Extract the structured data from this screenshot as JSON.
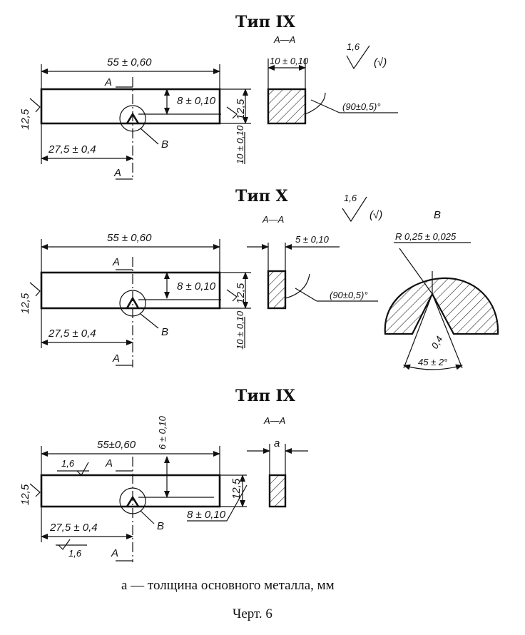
{
  "drawing_1": {
    "title": "Тип IX",
    "section_label": "А—А",
    "roughness_value": "1,6",
    "roughness_note": "(√)",
    "length": "55 ± 0,60",
    "section_mark_top": "А",
    "section_mark_bottom": "А",
    "height_left": "12,5",
    "notch_depth": "8 ± 0,10",
    "height_right": "12,5",
    "thickness_vertical": "10 ± 0,10",
    "half_length": "27,5 ± 0,4",
    "detail_mark": "В",
    "section_width": "10 ± 0,10",
    "angle": "(90±0,5)°"
  },
  "drawing_2": {
    "title": "Тип X",
    "section_label": "А—А",
    "roughness_value": "1,6",
    "roughness_note": "(√)",
    "detail_title": "В",
    "length": "55 ± 0,60",
    "section_mark_top": "А",
    "section_mark_bottom": "А",
    "height_left": "12,5",
    "notch_depth": "8 ± 0,10",
    "height_right": "12,5",
    "thickness_vertical": "10 ± 0,10",
    "half_length": "27,5 ± 0,4",
    "detail_mark": "В",
    "section_width": "5 ± 0,10",
    "angle": "(90±0,5)°",
    "notch_radius": "R 0,25 ± 0,025",
    "notch_depth_detail": "0,4",
    "notch_angle": "45 ± 2°"
  },
  "drawing_3": {
    "title": "Тип IX",
    "section_label": "А—А",
    "length": "55±0,60",
    "notch_depth": "6 ± 0,10",
    "roughness_top": "1,6",
    "roughness_bottom": "1,6",
    "section_mark_top": "А",
    "section_mark_bottom": "А",
    "height_left": "12,5",
    "height_right": "12,5",
    "thickness": "8 ± 0,10",
    "half_length": "27,5 ± 0,4",
    "detail_mark": "В",
    "section_width": "а"
  },
  "caption": "а — толщина основного металла, мм",
  "figure_label": "Черт. 6"
}
